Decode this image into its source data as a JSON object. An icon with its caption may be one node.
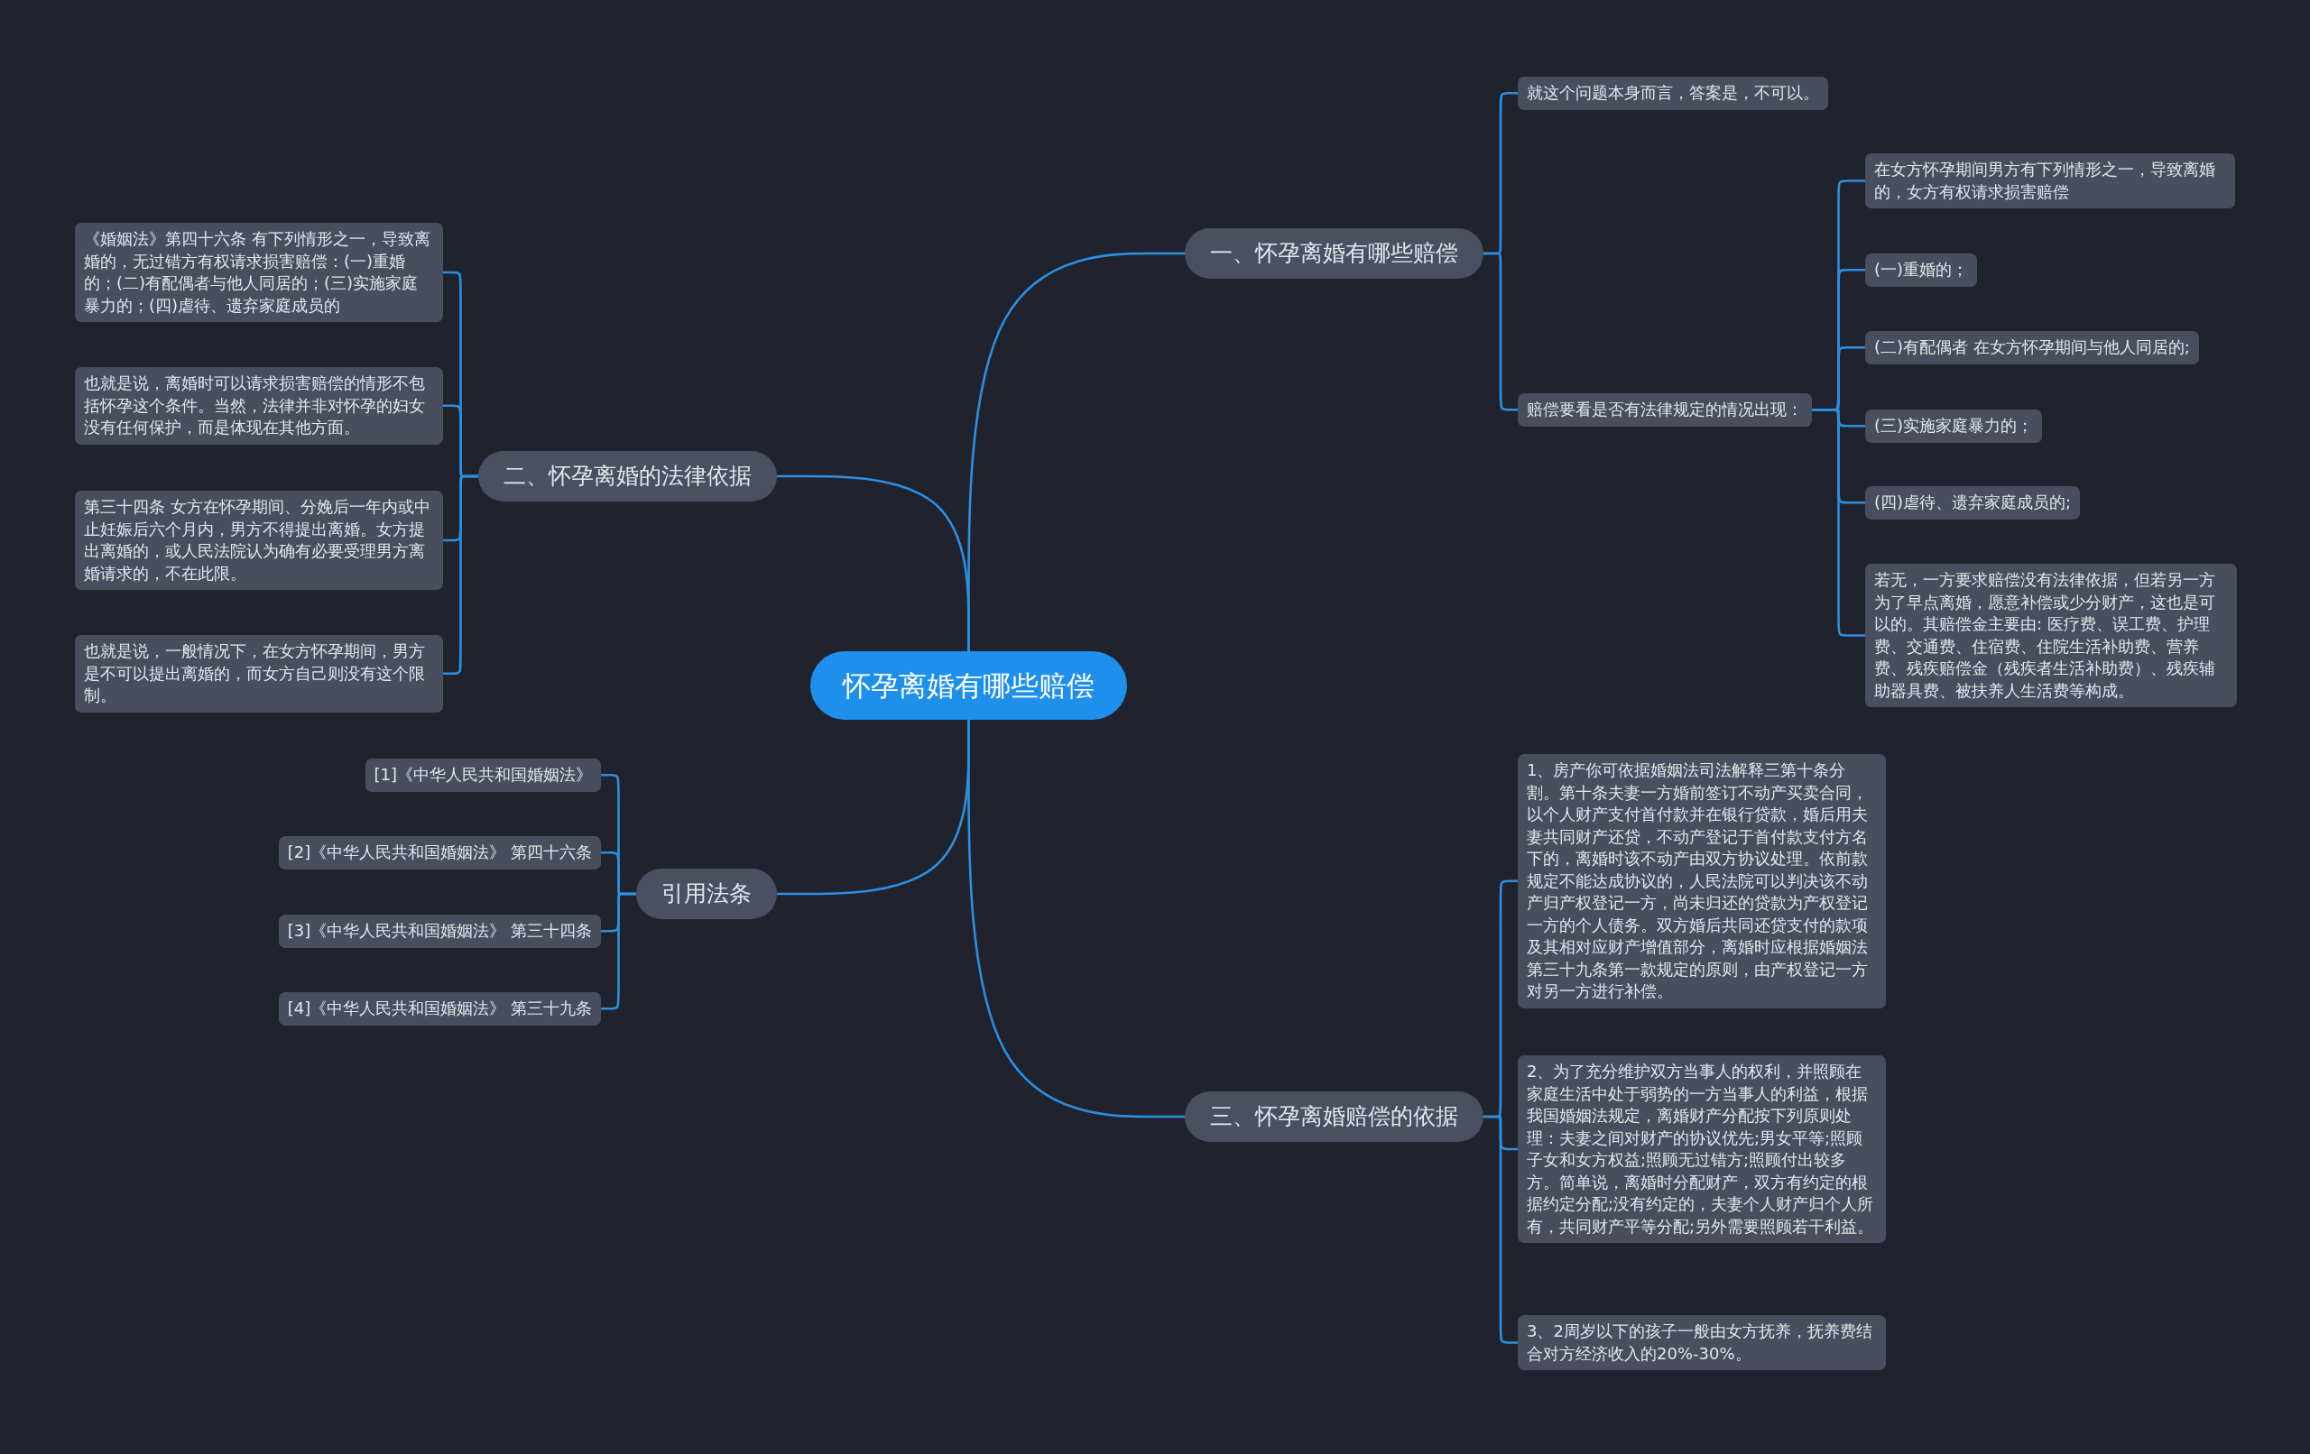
{
  "diagram": {
    "nodes": [
      {
        "text": [
          "怀孕离婚有哪些赔偿"
        ]
      },
      {
        "text": [
          "一、怀孕离婚有哪些赔偿"
        ]
      },
      {
        "text": [
          "就这个问题本身而言，答案是，不可以。"
        ]
      },
      {
        "text": [
          "赔偿要看是否有法律规定的情况出现："
        ]
      },
      {
        "text": [
          "在女方怀孕期间男方有下列情形之一，导致离婚的，女方有权请求损害赔偿"
        ]
      },
      {
        "text": [
          "(一)重婚的；"
        ]
      },
      {
        "text": [
          "(二)有配偶者 在女方怀孕期间与他人同居的;"
        ]
      },
      {
        "text": [
          "(三)实施家庭暴力的；"
        ]
      },
      {
        "text": [
          "(四)虐待、遗弃家庭成员的;"
        ]
      },
      {
        "text": [
          "若无，一方要求赔偿没有法律依据，但若另一方为了早点离婚，愿意补偿或少分财产，这也是可以的。其赔偿金主要由: 医疗费、误工费、护理费、交通费、住宿费、住院生活补助费、营养费、残疾赔偿金（残疾者生活补助费）、残疾辅助器具费、被扶养人生活费等构成。"
        ]
      },
      {
        "text": [
          "二、怀孕离婚的法律依据"
        ]
      },
      {
        "text": [
          "《婚姻法》第四十六条 有下列情形之一，导致离婚的，无过错方有权请求损害赔偿：(一)重婚的；(二)有配偶者与他人同居的；(三)实施家庭暴力的；(四)虐待、遗弃家庭成员的"
        ]
      },
      {
        "text": [
          "也就是说，离婚时可以请求损害赔偿的情形不包括怀孕这个条件。当然，法律并非对怀孕的妇女没有任何保护，而是体现在其他方面。"
        ]
      },
      {
        "text": [
          "第三十四条 女方在怀孕期间、分娩后一年内或中止妊娠后六个月内，男方不得提出离婚。女方提出离婚的，或人民法院认为确有必要受理男方离婚请求的，不在此限。"
        ]
      },
      {
        "text": [
          "也就是说，一般情况下，在女方怀孕期间，男方是不可以提出离婚的，而女方自己则没有这个限制。"
        ]
      },
      {
        "text": [
          "引用法条"
        ]
      },
      {
        "text": [
          "[1]《中华人民共和国婚姻法》"
        ]
      },
      {
        "text": [
          "[2]《中华人民共和国婚姻法》 第四十六条"
        ]
      },
      {
        "text": [
          "[3]《中华人民共和国婚姻法》 第三十四条"
        ]
      },
      {
        "text": [
          "[4]《中华人民共和国婚姻法》 第三十九条"
        ]
      },
      {
        "text": [
          "三、怀孕离婚赔偿的依据"
        ]
      },
      {
        "text": [
          "1、房产你可依据婚姻法司法解释三第十条分割。第十条夫妻一方婚前签订不动产买卖合同，以个人财产支付首付款并在银行贷款，婚后用夫妻共同财产还贷，不动产登记于首付款支付方名下的，离婚时该不动产由双方协议处理。依前款规定不能达成协议的，人民法院可以判决该不动产归产权登记一方，尚未归还的贷款为产权登记一方的个人债务。双方婚后共同还贷支付的款项及其相对应财产增值部分，离婚时应根据婚姻法第三十九条第一款规定的原则，由产权登记一方对另一方进行补偿。"
        ]
      },
      {
        "text": [
          "2、为了充分维护双方当事人的权利，并照顾在家庭生活中处于弱势的一方当事人的利益，根据我国婚姻法规定，离婚财产分配按下列原则处理：夫妻之间对财产的协议优先;男女平等;照顾子女和女方权益;照顾无过错方;照顾付出较多方。简单说，离婚时分配财产，双方有约定的根据约定分配;没有约定的，夫妻个人财产归个人所有，共同财产平等分配;另外需要照顾若干利益。"
        ]
      },
      {
        "text": [
          "3、2周岁以下的孩子一般由女方抚养，抚养费结合对方经济收入的20%-30%。"
        ]
      }
    ],
    "edges": [
      {
        "from": 0,
        "to": 1,
        "arrow": "none"
      },
      {
        "from": 1,
        "to": 2,
        "arrow": "none"
      },
      {
        "from": 1,
        "to": 3,
        "arrow": "none"
      },
      {
        "from": 3,
        "to": 4,
        "arrow": "none"
      },
      {
        "from": 3,
        "to": 5,
        "arrow": "none"
      },
      {
        "from": 3,
        "to": 6,
        "arrow": "none"
      },
      {
        "from": 3,
        "to": 7,
        "arrow": "none"
      },
      {
        "from": 3,
        "to": 8,
        "arrow": "none"
      },
      {
        "from": 3,
        "to": 9,
        "arrow": "none"
      },
      {
        "from": 0,
        "to": 10,
        "arrow": "none"
      },
      {
        "from": 10,
        "to": 11,
        "arrow": "none"
      },
      {
        "from": 10,
        "to": 12,
        "arrow": "none"
      },
      {
        "from": 10,
        "to": 13,
        "arrow": "none"
      },
      {
        "from": 10,
        "to": 14,
        "arrow": "none"
      },
      {
        "from": 0,
        "to": 15,
        "arrow": "none"
      },
      {
        "from": 15,
        "to": 16,
        "arrow": "none"
      },
      {
        "from": 15,
        "to": 17,
        "arrow": "none"
      },
      {
        "from": 15,
        "to": 18,
        "arrow": "none"
      },
      {
        "from": 15,
        "to": 19,
        "arrow": "none"
      },
      {
        "from": 0,
        "to": 20,
        "arrow": "none"
      },
      {
        "from": 20,
        "to": 21,
        "arrow": "none"
      },
      {
        "from": 20,
        "to": 22,
        "arrow": "none"
      },
      {
        "from": 20,
        "to": 23,
        "arrow": "none"
      }
    ]
  }
}
